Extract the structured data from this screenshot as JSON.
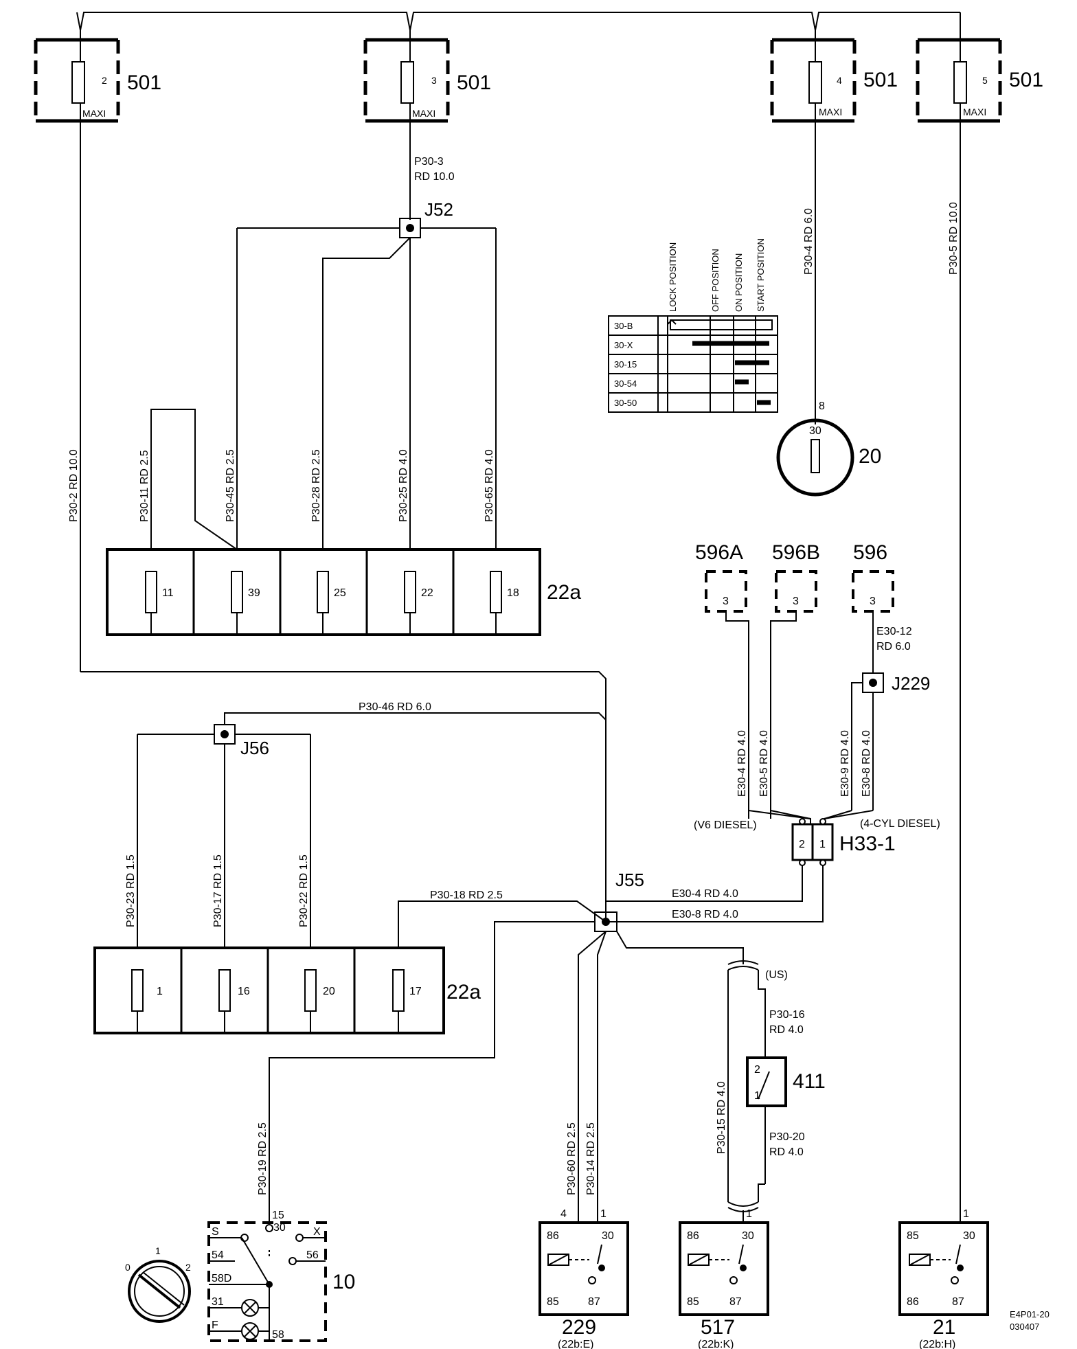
{
  "diagram": {
    "fuse501": {
      "label": "501",
      "type": "MAXI",
      "slots": [
        "2",
        "3",
        "4",
        "5"
      ]
    },
    "wires_top": {
      "p30_3": [
        "P30-3",
        "RD 10.0"
      ],
      "p30_2": "P30-2  RD  10.0",
      "p30_4": "P30-4  RD  6.0",
      "p30_5": "P30-5  RD  10.0"
    },
    "junctions": {
      "j52": "J52",
      "j56": "J56",
      "j55": "J55",
      "j229": "J229"
    },
    "upper_branch_wires": [
      "P30-11  RD  2.5",
      "P30-45  RD  2.5",
      "P30-28  RD  2.5",
      "P30-25  RD  4.0",
      "P30-65  RD  4.0"
    ],
    "fusebox_22a_upper": {
      "label": "22a",
      "fuses": [
        "11",
        "39",
        "25",
        "22",
        "18"
      ]
    },
    "ignition_table": {
      "headers": [
        "LOCK POSITION",
        "OFF POSITION",
        "ON POSITION",
        "START POSITION"
      ],
      "rows": [
        "30-B",
        "30-X",
        "30-15",
        "30-54",
        "30-50"
      ]
    },
    "ignition_switch": {
      "label": "20",
      "pin": "8",
      "terminal": "30"
    },
    "connectors_596": [
      {
        "label": "596A",
        "pin": "3"
      },
      {
        "label": "596B",
        "pin": "3"
      },
      {
        "label": "596",
        "pin": "3"
      }
    ],
    "wire_e30_12": [
      "E30-12",
      "RD  6.0"
    ],
    "e30_wires": [
      "E30-4  RD  4.0",
      "E30-5  RD  4.0",
      "E30-9  RD  4.0",
      "E30-8  RD  4.0"
    ],
    "h33": {
      "label": "H33-1",
      "pins": [
        "2",
        "1"
      ],
      "left_note": "(V6 DIESEL)",
      "right_note": "(4-CYL DIESEL)"
    },
    "p30_46": "P30-46  RD  6.0",
    "lower_branch_wires": [
      "P30-23  RD  1.5",
      "P30-17  RD  1.5",
      "P30-22  RD  1.5"
    ],
    "p30_18": "P30-18  RD  2.5",
    "e30_4_h": "E30-4  RD  4.0",
    "e30_8_h": "E30-8  RD  4.0",
    "fusebox_22a_lower": {
      "label": "22a",
      "fuses": [
        "1",
        "16",
        "20",
        "17"
      ]
    },
    "us_note": "(US)",
    "p30_16": [
      "P30-16",
      "RD 4.0"
    ],
    "p30_20": [
      "P30-20",
      "RD 4.0"
    ],
    "p30_15": "P30-15  RD  4.0",
    "relay_411": {
      "label": "411",
      "pins": [
        "2",
        "1"
      ]
    },
    "p30_19": "P30-19  RD  2.5",
    "p30_60": "P30-60  RD  2.5",
    "p30_14": "P30-14  RD  2.5",
    "switch_10": {
      "label": "10",
      "terminals": [
        "S",
        "54",
        "58D",
        "31",
        "F",
        "15",
        "30",
        "X",
        "56",
        "58"
      ],
      "knob_positions": [
        "0",
        "1",
        "2"
      ]
    },
    "relays": [
      {
        "label": "229",
        "location": "(22b:E)",
        "pins": [
          "86",
          "30",
          "85",
          "87"
        ],
        "in_pins": [
          "4",
          "1"
        ]
      },
      {
        "label": "517",
        "location": "(22b:K)",
        "pins": [
          "86",
          "30",
          "85",
          "87"
        ],
        "in_pins": [
          "1"
        ]
      },
      {
        "label": "21",
        "location": "(22b:H)",
        "pins": [
          "85",
          "30",
          "86",
          "87"
        ],
        "in_pins": [
          "1"
        ]
      }
    ],
    "doc_id": [
      "E4P01-20",
      "030407"
    ]
  }
}
